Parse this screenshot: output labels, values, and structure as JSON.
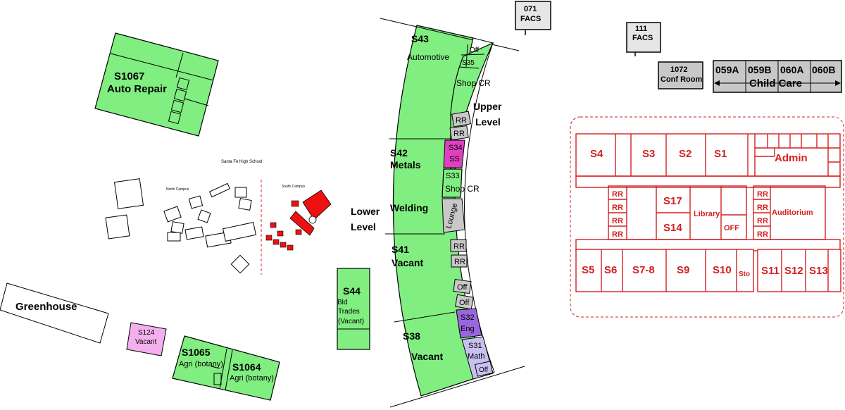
{
  "green_buildings": {
    "s1067": {
      "id": "S1067",
      "name": "Auto Repair"
    },
    "s43": {
      "id": "S43",
      "name": "Automotive",
      "s35": "S35",
      "off": "Off",
      "shop_cr": "Shop CR"
    },
    "s42": {
      "id": "S42",
      "name": "Metals",
      "welding": "Welding"
    },
    "s41": {
      "id": "S41",
      "name": "Vacant"
    },
    "s38": {
      "id": "S38",
      "name": "Vacant"
    },
    "s44": {
      "id": "S44",
      "line1": "Bld",
      "line2": "Trades",
      "line3": "(Vacant)"
    },
    "s1065": {
      "id": "S1065",
      "name": "Agri (botany)"
    },
    "s1064": {
      "id": "S1064",
      "name": "Agri (botany)"
    }
  },
  "inner_rooms": {
    "rr": "RR",
    "off": "Off",
    "s34": {
      "id": "S34",
      "name": "SS"
    },
    "s33": {
      "id": "S33",
      "name": "Shop CR"
    },
    "lounge": "Lounge",
    "s32": {
      "id": "S32",
      "name": "Eng"
    },
    "s31": {
      "id": "S31",
      "name": "Math"
    }
  },
  "level_labels": {
    "upper_1": "Upper",
    "upper_2": "Level",
    "lower_1": "Lower",
    "lower_2": "Level"
  },
  "other_buildings": {
    "greenhouse": "Greenhouse",
    "s124": {
      "id": "S124",
      "name": "Vacant"
    },
    "facs071": {
      "id": "071",
      "name": "FACS"
    },
    "facs111": {
      "id": "111",
      "name": "FACS"
    },
    "conf": {
      "id": "1072",
      "name": "Conf Room"
    },
    "child_care": {
      "rooms": [
        "059A",
        "059B",
        "060A",
        "060B"
      ],
      "name": "Child Care"
    }
  },
  "campus_inset": {
    "title": "Santa Fe High School",
    "north": "North Campus",
    "south": "South Campus"
  },
  "main_building": {
    "rooms": {
      "s4": "S4",
      "s3": "S3",
      "s2": "S2",
      "s1": "S1",
      "admin": "Admin",
      "rr": "RR",
      "s17": "S17",
      "s14": "S14",
      "library": "Library",
      "off": "OFF",
      "auditorium": "Auditorium",
      "s5": "S5",
      "s6": "S6",
      "s78": "S7-8",
      "s9": "S9",
      "s10": "S10",
      "sto": "Sto",
      "s11": "S11",
      "s12": "S12",
      "s13": "S13"
    }
  },
  "colors": {
    "green": "#80ee80",
    "pink": "#e040c0",
    "purple": "#9966dd",
    "lavender": "#c8c0f0",
    "gray": "#c8c8c8",
    "red": "#d42020",
    "inset_red": "#ee1111"
  }
}
